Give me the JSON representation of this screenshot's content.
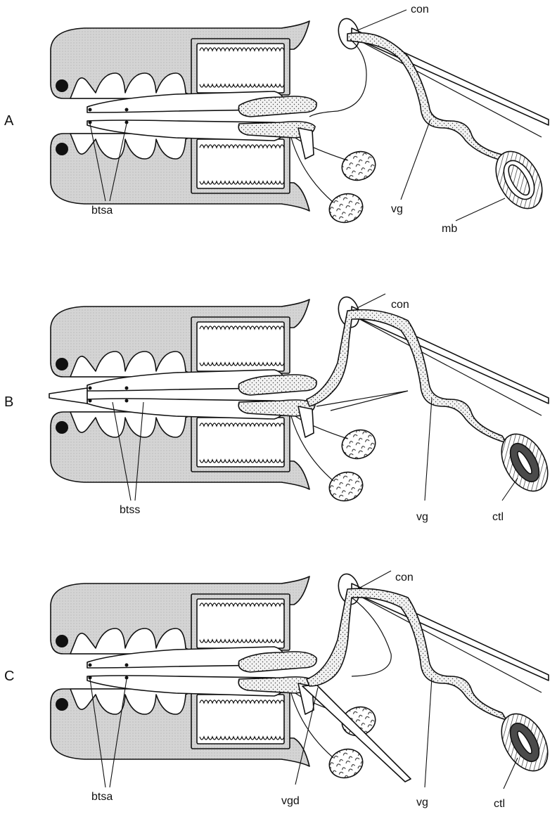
{
  "figure": {
    "panels": [
      {
        "id": "A",
        "letter": "A",
        "labels": {
          "con": "con",
          "vg": "vg",
          "gland": "mb",
          "bottom": "btsa",
          "vgd": ""
        }
      },
      {
        "id": "B",
        "letter": "B",
        "labels": {
          "con": "con",
          "vg": "vg",
          "gland": "ctl",
          "bottom": "btss",
          "vgd": ""
        }
      },
      {
        "id": "C",
        "letter": "C",
        "labels": {
          "con": "con",
          "vg": "vg",
          "gland": "ctl",
          "bottom": "btsa",
          "vgd": "vgd"
        }
      }
    ],
    "colors": {
      "jaw_fill": "#d8d8d8",
      "duct_fill": "#e6e6e6",
      "gland_dark": "#4a4a4a",
      "ink": "#111111"
    }
  }
}
